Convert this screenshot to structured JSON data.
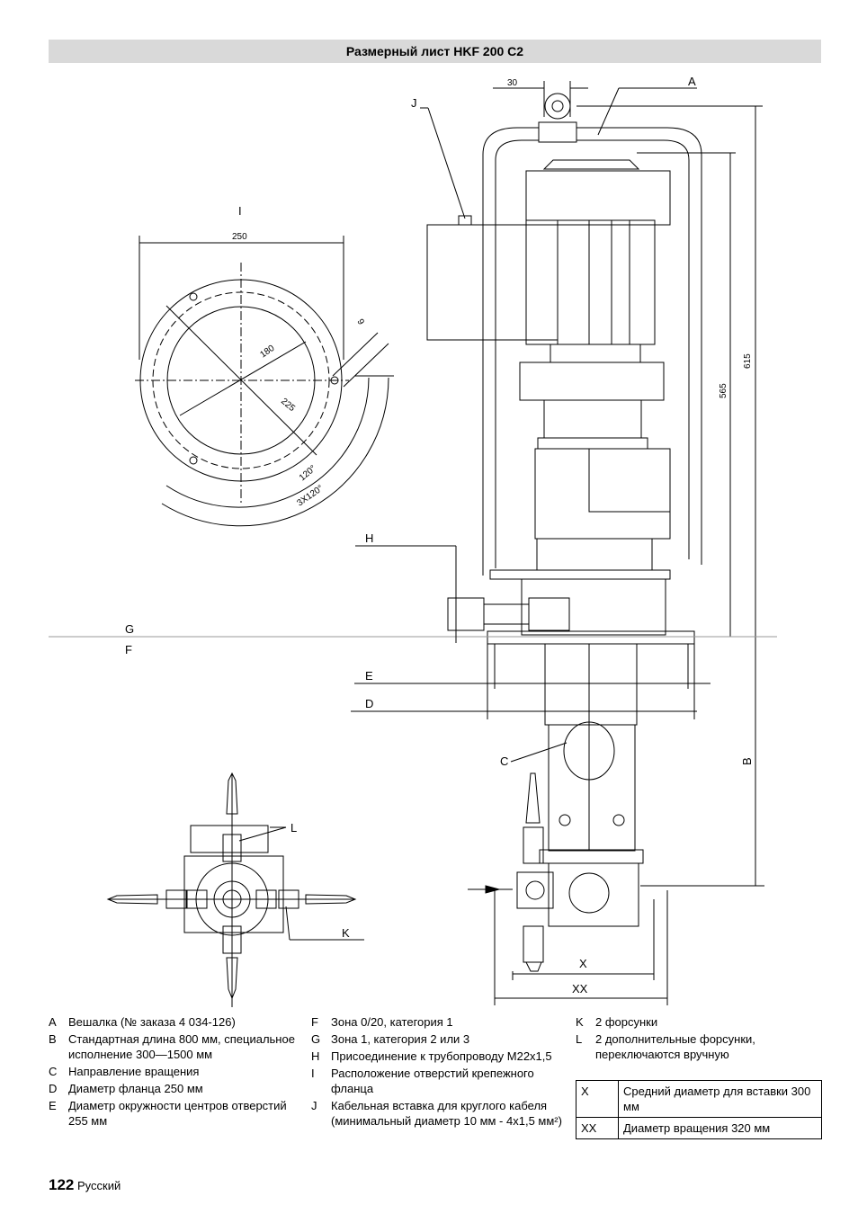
{
  "title": "Размерный лист HKF 200 C2",
  "drawing": {
    "labels": {
      "A": "A",
      "B": "B",
      "C": "C",
      "D": "D",
      "E": "E",
      "F": "F",
      "G": "G",
      "H": "H",
      "I": "I",
      "J": "J",
      "K": "K",
      "L": "L",
      "X": "X",
      "XX": "XX"
    },
    "dims": {
      "d30": "30",
      "d250": "250",
      "d9": "9",
      "d180": "180",
      "d225": "225",
      "d120": "120°",
      "d3x120": "3X120°",
      "d565": "565",
      "d615": "615"
    }
  },
  "legend": {
    "col1": [
      {
        "key": "A",
        "text": "Вешалка (№ заказа 4 034-126)"
      },
      {
        "key": "B",
        "text": "Стандартная длина 800 мм, специальное исполнение 300—1500 мм"
      },
      {
        "key": "C",
        "text": "Направление вращения"
      },
      {
        "key": "D",
        "text": "Диаметр фланца 250 мм"
      },
      {
        "key": "E",
        "text": "Диаметр окружности центров отверстий 255 мм"
      }
    ],
    "col2": [
      {
        "key": "F",
        "text": "Зона 0/20, категория 1"
      },
      {
        "key": "G",
        "text": "Зона 1, категория 2 или 3"
      },
      {
        "key": "H",
        "text": "Присоединение к трубопроводу M22x1,5"
      },
      {
        "key": "I",
        "text": "Расположение отверстий крепежного фланца"
      },
      {
        "key": "J",
        "text": "Кабельная вставка для круглого кабеля (минимальный диаметр 10 мм - 4x1,5 мм²)"
      }
    ],
    "col3": [
      {
        "key": "K",
        "text": "2 форсунки"
      },
      {
        "key": "L",
        "text": "2 дополнительные форсунки, переключаются вручную"
      }
    ]
  },
  "table": [
    {
      "key": "X",
      "text": "Средний диаметр для вставки 300 мм"
    },
    {
      "key": "XX",
      "text": "Диаметр вращения 320 мм"
    }
  ],
  "footer": {
    "page": "122",
    "language": "Русский"
  }
}
